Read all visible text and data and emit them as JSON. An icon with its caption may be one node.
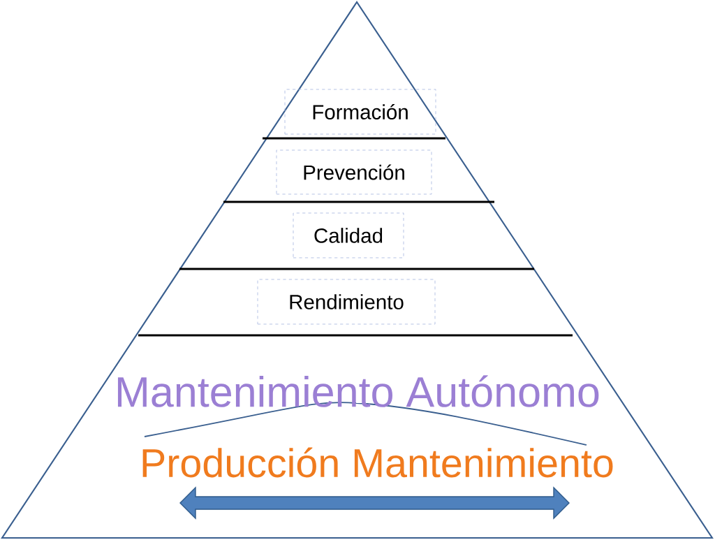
{
  "diagram": {
    "nodes": [
      {
        "text": [
          "Formación"
        ]
      },
      {
        "text": [
          "Prevención"
        ]
      },
      {
        "text": [
          "Calidad"
        ]
      },
      {
        "text": [
          "Rendimiento"
        ]
      }
    ],
    "labels": [
      "Mantenimiento Autónomo",
      "Producción Mantenimiento"
    ]
  }
}
